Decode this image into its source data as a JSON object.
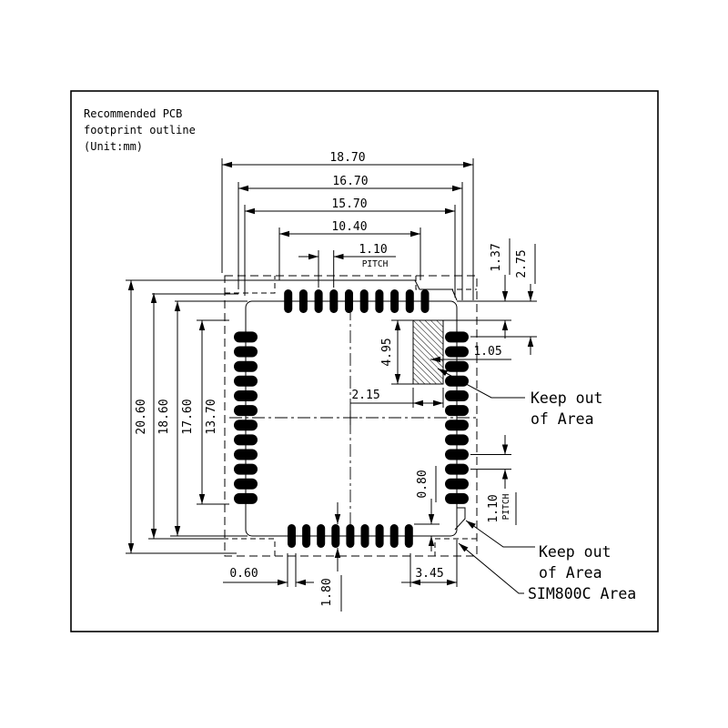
{
  "title": {
    "line1": "Recommended PCB",
    "line2": "footprint outline",
    "line3": "(Unit:mm)"
  },
  "dimensions": {
    "top": {
      "width_outer": "18.70",
      "width_mid": "16.70",
      "width_inner": "15.70",
      "pad_row_span": "10.40",
      "pitch_value": "1.10",
      "pitch_label": "PITCH"
    },
    "left": {
      "height_outer": "20.60",
      "height_mid": "18.60",
      "height_inner": "17.60",
      "pad_col_span": "13.70"
    },
    "right": {
      "edge_to_keepout": "1.37",
      "edge_to_pad": "2.75",
      "pitch_value": "1.10",
      "pitch_label": "PITCH"
    },
    "inner": {
      "keepout_height": "4.95",
      "keepout_offset": "1.05",
      "keepout_width": "2.15",
      "pad_gap": "0.80"
    },
    "bottom": {
      "pad_width": "0.60",
      "pad_length": "1.80",
      "corner_span": "3.45"
    }
  },
  "labels": {
    "keepout1_line1": "Keep out",
    "keepout1_line2": "of Area",
    "keepout2_line1": "Keep out",
    "keepout2_line2": "of Area",
    "module_area": "SIM800C Area"
  }
}
